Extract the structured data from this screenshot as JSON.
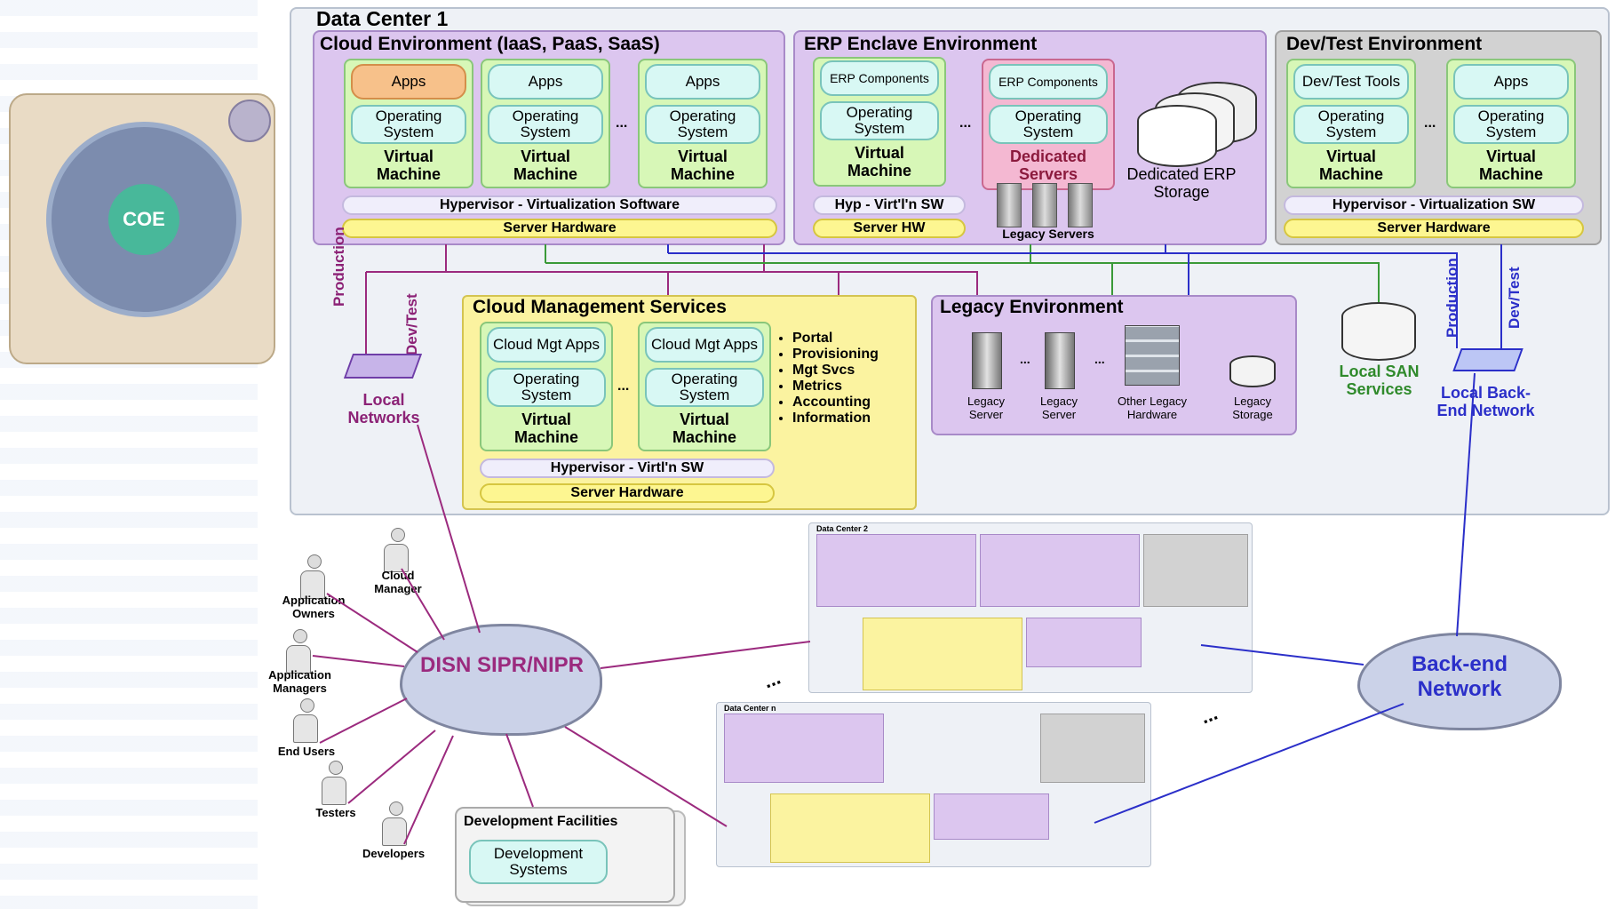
{
  "data_center": "Data Center 1",
  "cloud_env": {
    "title": "Cloud Environment (IaaS, PaaS, SaaS)",
    "apps": "Apps",
    "os": "Operating System",
    "vm": "Virtual Machine",
    "dots": "...",
    "hypervisor": "Hypervisor - Virtualization Software",
    "hardware": "Server Hardware"
  },
  "erp_env": {
    "title": "ERP Enclave Environment",
    "components": "ERP Components",
    "os": "Operating System",
    "vm": "Virtual Machine",
    "dots": "...",
    "dedicated": "Dedicated Servers",
    "storage": "Dedicated ERP Storage",
    "legacy_servers": "Legacy Servers",
    "hyp": "Hyp - Virt'l'n SW",
    "hw": "Server HW"
  },
  "devtest_env": {
    "title": "Dev/Test Environment",
    "tools": "Dev/Test Tools",
    "apps": "Apps",
    "os": "Operating System",
    "vm": "Virtual Machine",
    "dots": "...",
    "hypervisor": "Hypervisor - Virtualization SW",
    "hardware": "Server Hardware"
  },
  "cms": {
    "title": "Cloud Management Services",
    "apps": "Cloud Mgt Apps",
    "os": "Operating System",
    "vm": "Virtual Machine",
    "dots": "...",
    "hypervisor": "Hypervisor - Virtl'n SW",
    "hardware": "Server Hardware",
    "bullets": [
      "Portal",
      "Provisioning",
      "Mgt Svcs",
      "Metrics",
      "Accounting",
      "Information"
    ]
  },
  "legacy_env": {
    "title": "Legacy Environment",
    "server": "Legacy Server",
    "other": "Other Legacy Hardware",
    "storage": "Legacy Storage",
    "dots": "..."
  },
  "networks": {
    "production": "Production",
    "devtest": "Dev/Test",
    "local_networks": "Local Networks",
    "local_san": "Local SAN Services",
    "local_backend": "Local Back-End Network",
    "disn": "DISN SIPR/NIPR",
    "backend": "Back-end Network"
  },
  "actors": [
    "Cloud Manager",
    "Application Owners",
    "Application Managers",
    "End Users",
    "Testers",
    "Developers"
  ],
  "dev_facilities": {
    "title": "Development Facilities",
    "systems": "Development Systems"
  },
  "thumbs": {
    "dc2": "Data Center 2",
    "dcn": "Data Center n"
  },
  "coe": "COE",
  "ellipsis": "...",
  "colors": {
    "env": "#dcc6ef",
    "devtest": "#d2d2d2",
    "vm": "#d7f7b7",
    "hardware": "#fdf691",
    "production_line": "#9b2a7e",
    "backend_line": "#2b2fc9",
    "san_line": "#3a9a38"
  }
}
